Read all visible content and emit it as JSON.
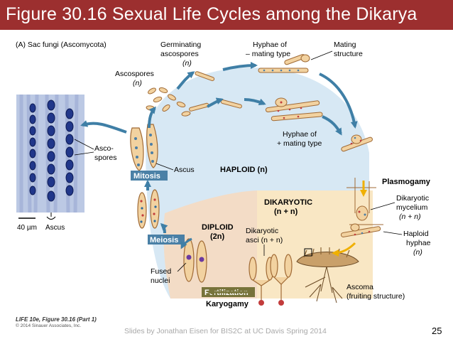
{
  "slide": {
    "title": "Figure 30.16  Sexual Life Cycles among the Dikarya",
    "footer_credit": "Slides by Jonathan Eisen for BIS2C at UC Davis Spring 2014",
    "page_number": "25",
    "source_line1": "LIFE 10e, Figure 30.16 (Part 1)",
    "source_line2": "© 2014 Sinauer Associates, Inc."
  },
  "figure": {
    "panel_label": "(A)  Sac fungi (Ascomycota)",
    "labels": {
      "germinating_ascospores_1": "Germinating",
      "germinating_ascospores_2": "ascospores",
      "germinating_ascospores_n": "(n)",
      "hyphae_minus_1": "Hyphae of",
      "hyphae_minus_2": "– mating type",
      "mating_structure_1": "Mating",
      "mating_structure_2": "structure",
      "ascospores_1": "Ascospores",
      "ascospores_n": "(n)",
      "hyphae_plus_1": "Hyphae of",
      "hyphae_plus_2": "+ mating type",
      "asco_spores_1": "Asco-",
      "asco_spores_2": "spores",
      "ascus_mid": "Ascus",
      "haploid": "HAPLOID (n)",
      "mitosis": "Mitosis",
      "plasmogamy": "Plasmogamy",
      "dikaryotic_1": "DIKARYOTIC",
      "dikaryotic_2": "(n + n)",
      "dikaryotic_mycelium_1": "Dikaryotic",
      "dikaryotic_mycelium_2": "mycelium",
      "dikaryotic_mycelium_3": "(n + n)",
      "diploid_1": "DIPLOID",
      "diploid_2": "(2n)",
      "dikaryotic_asci_1": "Dikaryotic",
      "dikaryotic_asci_2": "asci (n + n)",
      "meiosis": "Meiosis",
      "haploid_hyphae_1": "Haploid",
      "haploid_hyphae_2": "hyphae",
      "haploid_hyphae_n": "(n)",
      "fused_nuclei_1": "Fused",
      "fused_nuclei_2": "nuclei",
      "fertilization": "Fertilization",
      "karyogamy": "Karyogamy",
      "ascoma_1": "Ascoma",
      "ascoma_2": "(fruiting structure)",
      "scale_bar": "40 µm",
      "ascus_photo": "Ascus"
    },
    "colors": {
      "title_bar": "#9c2f2f",
      "haploid_zone": "#d7e8f4",
      "dikaryotic_zone": "#f9e7c4",
      "diploid_zone": "#f3dcc6",
      "arrow_blue": "#3f7fa6",
      "badge_blue": "#4a80a6",
      "badge_olive": "#77733a",
      "plasmogamy_arrow": "#f0b000",
      "spore_fill": "#f2d2a0",
      "spore_stroke": "#a06a35",
      "photo_bg": "#bcc9e4"
    }
  }
}
